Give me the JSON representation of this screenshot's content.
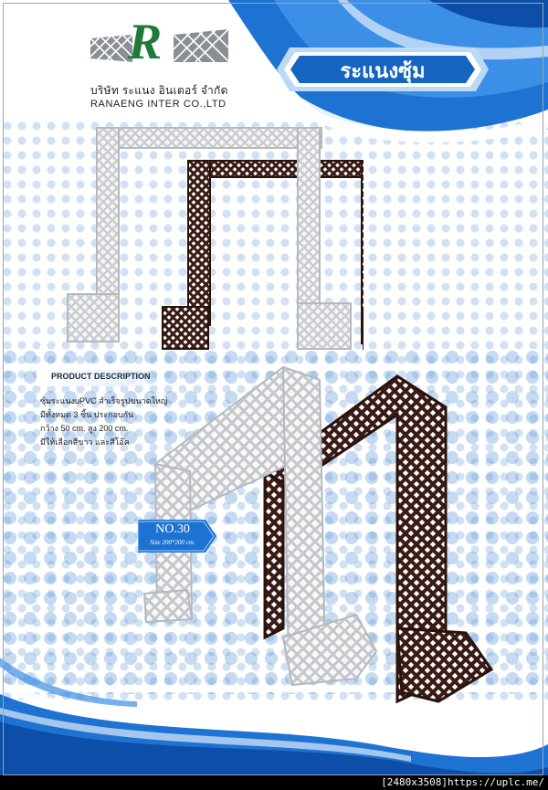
{
  "company": {
    "logo_letter": "R",
    "name_thai": "บริษัท ระแนง อินเตอร์ จำกัด",
    "name_english": "RANAENG INTER CO.,LTD"
  },
  "title": "ระแนงซุ้ม",
  "description": {
    "heading": "PRODUCT DESCRIPTION",
    "lines": [
      "ซุ้มระแนงuPVC สำเร็จรูปขนาดใหญ่",
      "มีทั้งหมด 3 ชิ้น ประกอบกัน",
      "กว้าง 50 cm. สูง 200 cm.",
      "มีให้เลือกสีขาว และสีโอ๊ค"
    ]
  },
  "badge": {
    "number": "NO.30",
    "size": "Size 200*200 cm."
  },
  "colors": {
    "brand_green": "#1f7a3a",
    "banner_blue": "#1565c0",
    "wave_blue": "#1e73d2",
    "white_arch": "#f4f4f4",
    "oak_arch": "#3a1c16"
  },
  "footer": "[2480x3508]https://uplc.me/"
}
